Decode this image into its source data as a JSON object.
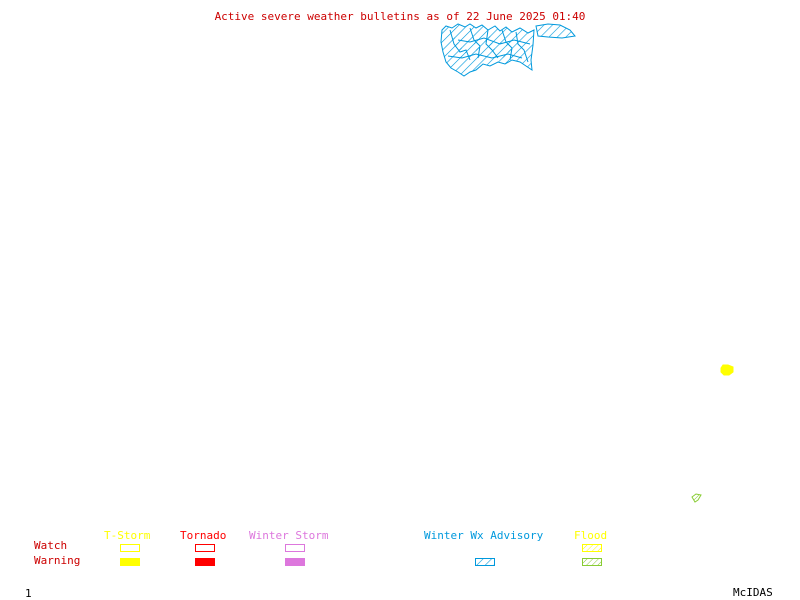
{
  "title": "Active severe weather bulletins as of 22 June 2025 01:40",
  "frame_number": "1",
  "software_label": "McIDAS",
  "legend": {
    "row_labels": {
      "watch": "Watch",
      "warning": "Warning"
    },
    "categories": {
      "tstorm": {
        "label": "T-Storm",
        "color": "#ffff00"
      },
      "tornado": {
        "label": "Tornado",
        "color": "#ff0000"
      },
      "winter_storm": {
        "label": "Winter Storm",
        "color": "#dd77dd"
      },
      "winter_wx_advisory": {
        "label": "Winter Wx Advisory",
        "color": "#0099dd"
      },
      "flood": {
        "label": "Flood",
        "color": "#88cc33"
      }
    }
  },
  "colors": {
    "title": "#cc0000",
    "row_labels": "#cc0000",
    "background": "#ffffff",
    "footer_text": "#000000"
  },
  "active_areas": [
    {
      "category": "winter_wx_advisory",
      "type": "hatched polygons",
      "region": "top center, near map edge"
    },
    {
      "category": "tstorm",
      "type": "warning",
      "region": "right side"
    },
    {
      "category": "flood",
      "type": "hatched",
      "region": "lower right"
    }
  ]
}
